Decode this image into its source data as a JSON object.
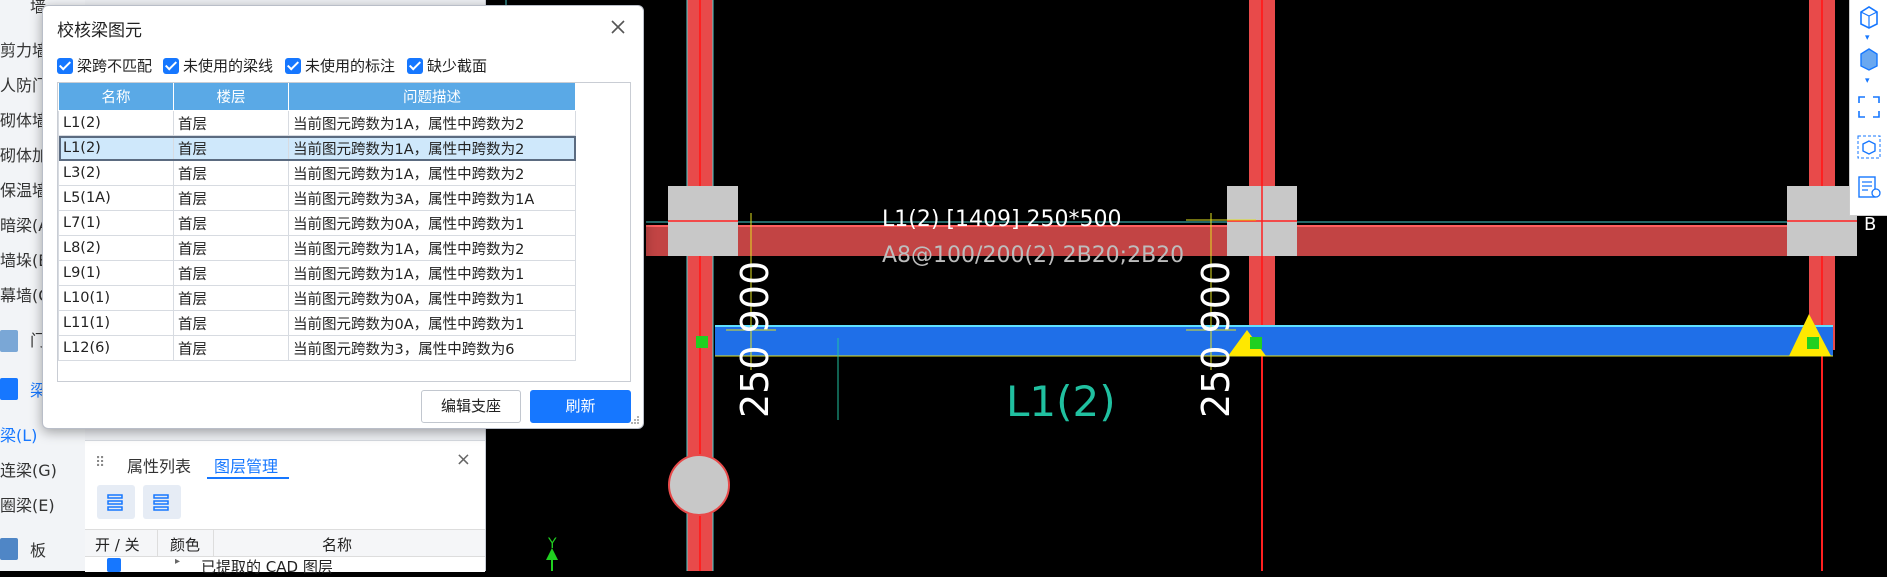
{
  "sidebar": {
    "items": [
      {
        "label": "墙"
      },
      {
        "label": "剪力墙"
      },
      {
        "label": "人防门"
      },
      {
        "label": "砌体墙"
      },
      {
        "label": "砌体加"
      },
      {
        "label": "保温墙"
      },
      {
        "label": "暗梁(A)"
      },
      {
        "label": "墙垛(E)"
      },
      {
        "label": "幕墙(Q)"
      },
      {
        "label": "门"
      },
      {
        "label": "梁"
      },
      {
        "label": "梁(L)"
      },
      {
        "label": "连梁(G)"
      },
      {
        "label": "圈梁(E)"
      },
      {
        "label": "板"
      }
    ]
  },
  "layer_panel": {
    "tab_properties": "属性列表",
    "tab_layers": "图层管理",
    "col_toggle": "开 / 关",
    "col_color": "颜色",
    "col_name": "名称",
    "row_name": "已提取的 CAD 图层"
  },
  "dialog": {
    "title": "校核梁图元",
    "checkboxes": [
      {
        "label": "梁跨不匹配",
        "checked": true
      },
      {
        "label": "未使用的梁线",
        "checked": true
      },
      {
        "label": "未使用的标注",
        "checked": true
      },
      {
        "label": "缺少截面",
        "checked": true
      }
    ],
    "columns": [
      "名称",
      "楼层",
      "问题描述"
    ],
    "rows": [
      {
        "name": "L1(2)",
        "floor": "首层",
        "desc": "当前图元跨数为1A，属性中跨数为2"
      },
      {
        "name": "L1(2)",
        "floor": "首层",
        "desc": "当前图元跨数为1A，属性中跨数为2"
      },
      {
        "name": "L3(2)",
        "floor": "首层",
        "desc": "当前图元跨数为1A，属性中跨数为2"
      },
      {
        "name": "L5(1A)",
        "floor": "首层",
        "desc": "当前图元跨数为3A，属性中跨数为1A"
      },
      {
        "name": "L7(1)",
        "floor": "首层",
        "desc": "当前图元跨数为0A，属性中跨数为1"
      },
      {
        "name": "L8(2)",
        "floor": "首层",
        "desc": "当前图元跨数为1A，属性中跨数为2"
      },
      {
        "name": "L9(1)",
        "floor": "首层",
        "desc": "当前图元跨数为1A，属性中跨数为1"
      },
      {
        "name": "L10(1)",
        "floor": "首层",
        "desc": "当前图元跨数为0A，属性中跨数为1"
      },
      {
        "name": "L11(1)",
        "floor": "首层",
        "desc": "当前图元跨数为0A，属性中跨数为1"
      },
      {
        "name": "L12(6)",
        "floor": "首层",
        "desc": "当前图元跨数为3，属性中跨数为6"
      }
    ],
    "selected_row": 1,
    "btn_edit": "编辑支座",
    "btn_refresh": "刷新"
  },
  "cad": {
    "beam_label_1": "L1(2) [1409] 250*500",
    "beam_label_2": "A8@100/200(2) 2B20;2B20",
    "beam_name": "L1(2)",
    "dim_left": "250 900",
    "dim_right": "250 900",
    "axis_y": "Y",
    "axis_b": "B"
  },
  "colors": {
    "accent": "#1677ff",
    "header_blue": "#5aa9e6",
    "beam_red": "#e84a4a",
    "beam_blue": "#1f6fe8"
  }
}
